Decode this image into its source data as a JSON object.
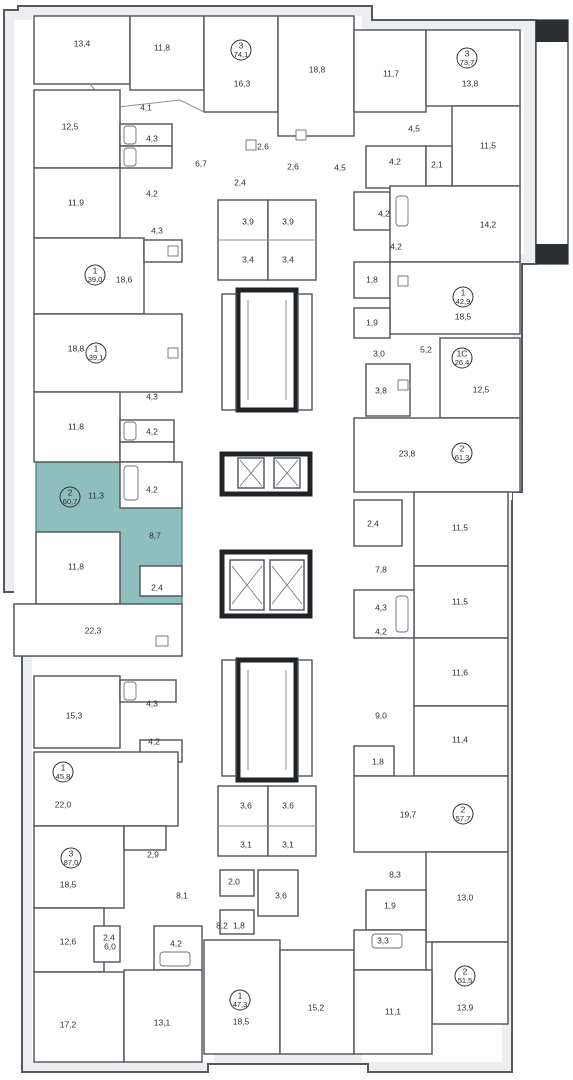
{
  "colors": {
    "highlight": "#8fbfbc",
    "wall": "#555a60",
    "background": "#ffffff"
  },
  "apartments": [
    {
      "id": "a1",
      "rooms": "3",
      "total": "74,1"
    },
    {
      "id": "a2",
      "rooms": "3",
      "total": "73,7"
    },
    {
      "id": "a3",
      "rooms": "1",
      "total": "39,0"
    },
    {
      "id": "a4",
      "rooms": "1",
      "total": "42,9"
    },
    {
      "id": "a5",
      "rooms": "1",
      "total": "39,1"
    },
    {
      "id": "a6",
      "rooms": "1С",
      "total": "26,4"
    },
    {
      "id": "a7",
      "rooms": "2",
      "total": "61,3"
    },
    {
      "id": "a8",
      "rooms": "2",
      "total": "60,7"
    },
    {
      "id": "a9",
      "rooms": "1",
      "total": "45,8"
    },
    {
      "id": "a10",
      "rooms": "2",
      "total": "57,7"
    },
    {
      "id": "a11",
      "rooms": "3",
      "total": "87,0"
    },
    {
      "id": "a12",
      "rooms": "2",
      "total": "51,5"
    },
    {
      "id": "a13",
      "rooms": "1",
      "total": "47,3"
    }
  ],
  "room_areas": [
    "13,4",
    "11,8",
    "16,3",
    "18,8",
    "11,7",
    "13,8",
    "4,1",
    "12,5",
    "4,3",
    "2,6",
    "6,7",
    "2,6",
    "4,5",
    "4,5",
    "4,2",
    "2,1",
    "11,5",
    "2,4",
    "11,9",
    "4,2",
    "4,2",
    "3,9",
    "3,9",
    "14,2",
    "4,3",
    "3,4",
    "3,4",
    "4,2",
    "18,6",
    "1,8",
    "18,5",
    "1,9",
    "18,8",
    "3,0",
    "5,2",
    "3,8",
    "12,5",
    "4,3",
    "11,8",
    "4,2",
    "23,8",
    "11,3",
    "4,2",
    "2,4",
    "11,5",
    "8,7",
    "11,8",
    "7,8",
    "2,4",
    "4,3",
    "11,5",
    "22,3",
    "4,2",
    "11,6",
    "4,3",
    "15,3",
    "9,0",
    "4,2",
    "11,4",
    "1,8",
    "22,0",
    "3,6",
    "3,6",
    "19,7",
    "3,1",
    "3,1",
    "2,9",
    "18,5",
    "8,1",
    "2,0",
    "3,6",
    "8,3",
    "13,0",
    "1,9",
    "12,6",
    "2,4",
    "8,2",
    "3,3",
    "6,0",
    "4,2",
    "1,8",
    "13,9",
    "17,2",
    "13,1",
    "18,5",
    "15,2",
    "11,1"
  ]
}
